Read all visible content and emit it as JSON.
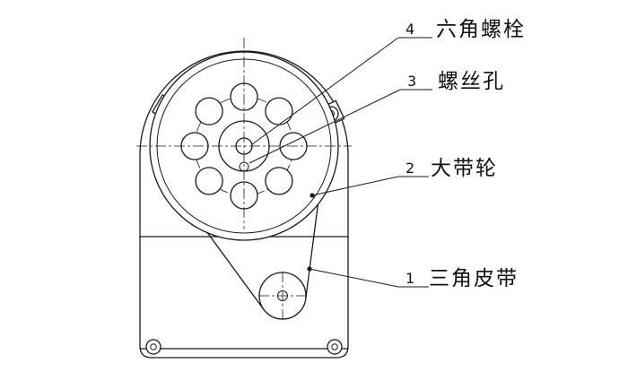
{
  "colors": {
    "ink": "#1a1a1a",
    "background": "#ffffff"
  },
  "callouts": [
    {
      "number": "4",
      "label": "六角螺栓"
    },
    {
      "number": "3",
      "label": "螺丝孔"
    },
    {
      "number": "2",
      "label": "大带轮"
    },
    {
      "number": "1",
      "label": "三角皮带"
    }
  ]
}
